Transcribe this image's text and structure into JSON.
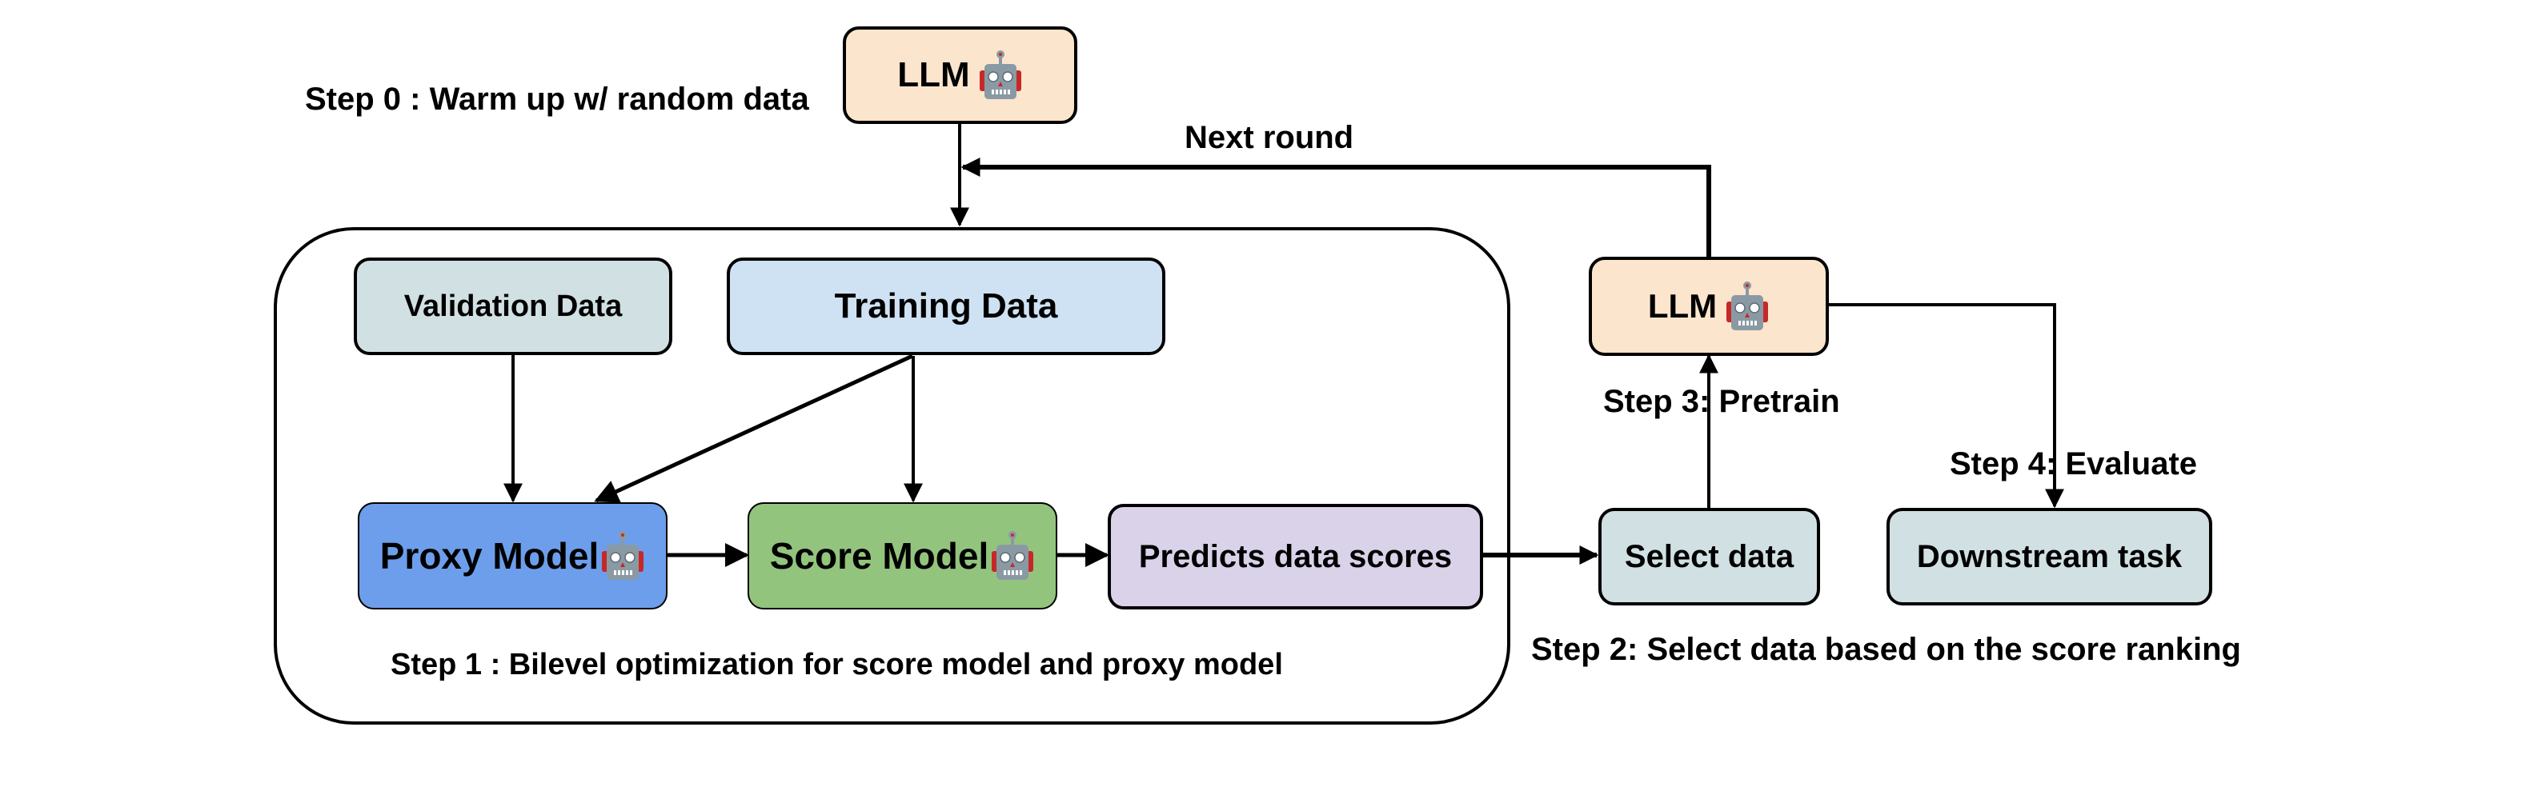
{
  "colors": {
    "llm": "#fce5cd",
    "validation": "#d0e0e3",
    "training": "#cfe2f3",
    "proxy": "#6d9eeb",
    "score": "#93c47d",
    "predicts": "#d9d2e9",
    "select": "#d0e0e3",
    "downstream": "#d0e0e3",
    "stroke": "#000000"
  },
  "nodes": {
    "llm_top": {
      "label": "LLM",
      "icon": "robot-icon"
    },
    "validation": {
      "label": "Validation Data"
    },
    "training": {
      "label": "Training Data"
    },
    "proxy": {
      "label": "Proxy Model",
      "icon": "robot-icon"
    },
    "score": {
      "label": "Score Model",
      "icon": "robot-icon"
    },
    "predicts": {
      "label": "Predicts data scores"
    },
    "llm_right": {
      "label": "LLM",
      "icon": "robot-icon"
    },
    "select": {
      "label": "Select data"
    },
    "downstream": {
      "label": "Downstream task"
    }
  },
  "labels": {
    "step0": "Step 0 : Warm up w/ random data",
    "next_round": "Next round",
    "step1": "Step 1 : Bilevel optimization for score model and proxy model",
    "step2": "Step 2: Select data based on the score ranking",
    "step3": "Step 3: Pretrain",
    "step4": "Step 4: Evaluate"
  },
  "edges": [
    {
      "from": "llm_top",
      "to": "step1-container"
    },
    {
      "from": "llm_right",
      "to": "llm_top-arrow",
      "label": "Next round"
    },
    {
      "from": "validation",
      "to": "proxy"
    },
    {
      "from": "training",
      "to": "proxy"
    },
    {
      "from": "training",
      "to": "score"
    },
    {
      "from": "proxy",
      "to": "score"
    },
    {
      "from": "score",
      "to": "predicts"
    },
    {
      "from": "predicts",
      "to": "select"
    },
    {
      "from": "select",
      "to": "llm_right",
      "label": "Step 3: Pretrain"
    },
    {
      "from": "llm_right",
      "to": "downstream",
      "label": "Step 4: Evaluate"
    }
  ]
}
